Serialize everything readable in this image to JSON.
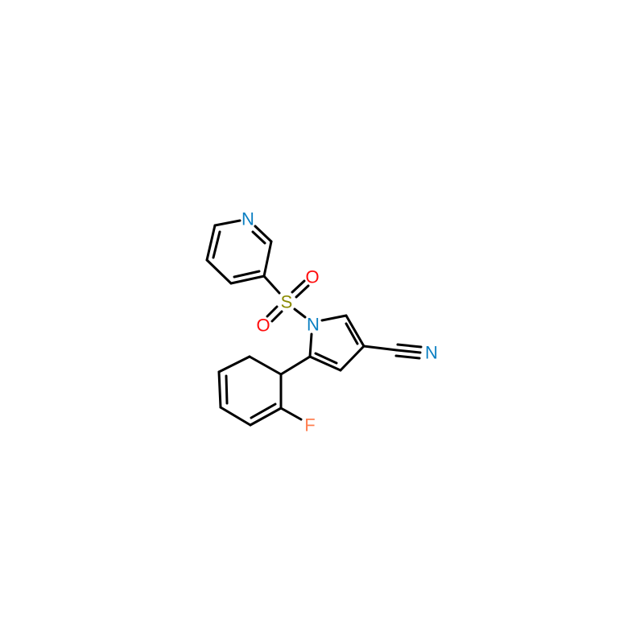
{
  "molecule": {
    "atoms": {
      "pyridine_n": {
        "label": "N",
        "color": "#0a7fc2"
      },
      "sulfur": {
        "label": "S",
        "color": "#8a8a00"
      },
      "oxygen_top": {
        "label": "O",
        "color": "#ff0d0d"
      },
      "oxygen_bottom": {
        "label": "O",
        "color": "#ff0d0d"
      },
      "pyrrole_n": {
        "label": "N",
        "color": "#0a7fc2"
      },
      "nitrile_n": {
        "label": "N",
        "color": "#0a7fc2"
      },
      "fluorine": {
        "label": "F",
        "color": "#ff7f50"
      }
    }
  }
}
